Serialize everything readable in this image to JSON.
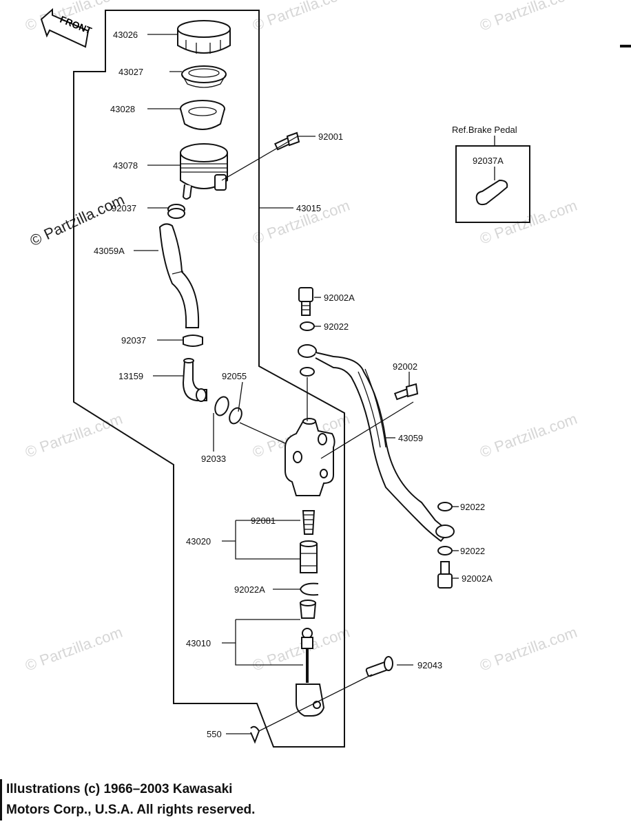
{
  "front_label": "FRONT",
  "ref_box": {
    "title": "Ref.Brake Pedal",
    "part": "92037A"
  },
  "watermark": "© Partzilla.com",
  "parts": {
    "p43026": "43026",
    "p43027": "43027",
    "p43028": "43028",
    "p92001": "92001",
    "p43078": "43078",
    "p92037_top": "92037",
    "p43015": "43015",
    "p43059A": "43059A",
    "p92002A_top": "92002A",
    "p92022_top": "92022",
    "p92037_low": "92037",
    "p92002": "92002",
    "p13159": "13159",
    "p92055": "92055",
    "p43059": "43059",
    "p92033": "92033",
    "p92022_mid1": "92022",
    "p92081": "92081",
    "p43020": "43020",
    "p92022_mid2": "92022",
    "p92002A_low": "92002A",
    "p92022A": "92022A",
    "p43010": "43010",
    "p92043": "92043",
    "p550": "550"
  },
  "footer": {
    "line1": "Illustrations (c) 1966–2003 Kawasaki",
    "line2": "Motors Corp., U.S.A.  All rights reserved."
  }
}
